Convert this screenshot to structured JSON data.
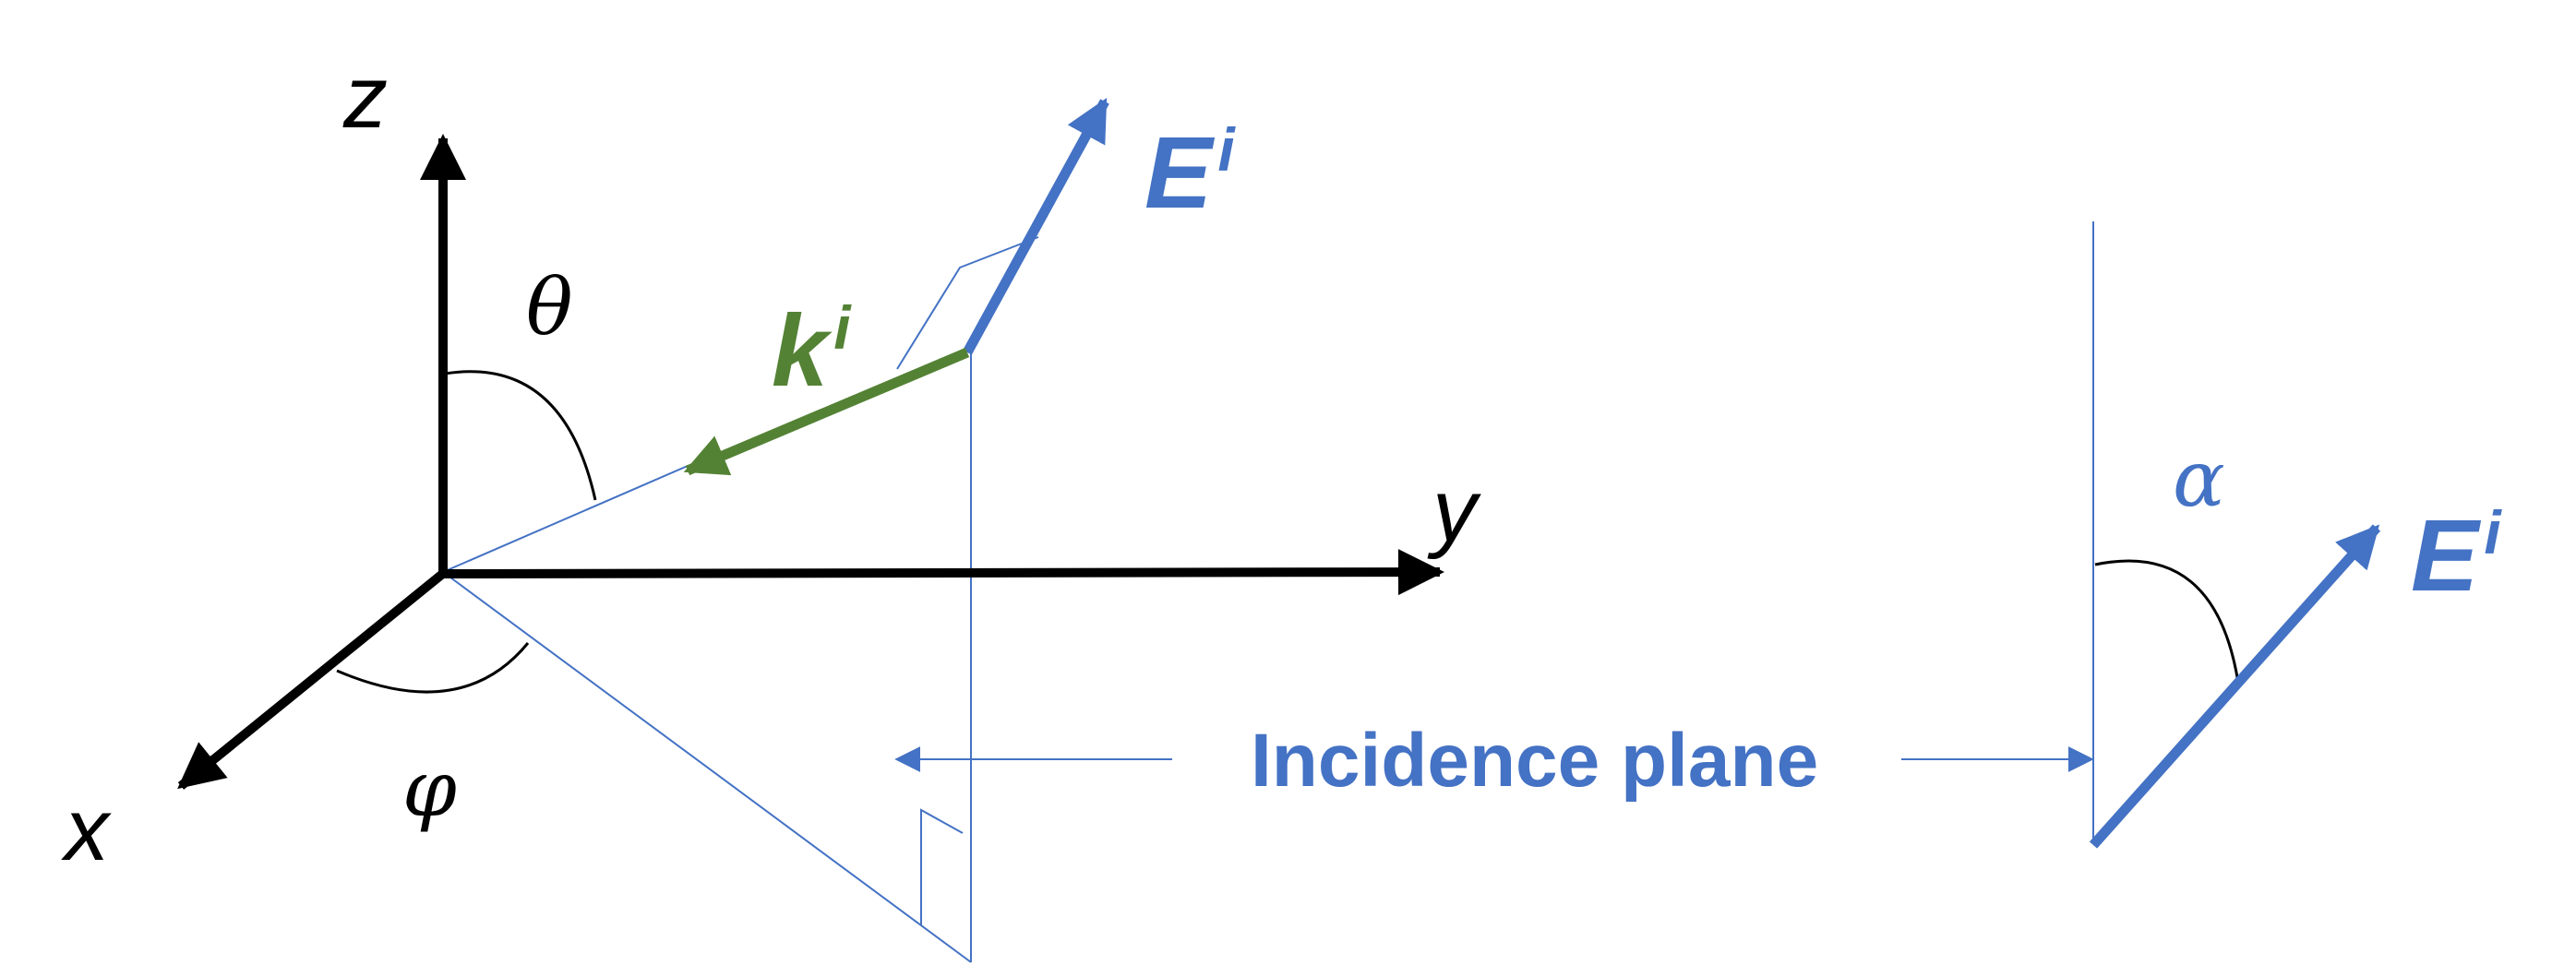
{
  "labels": {
    "axis_z": "z",
    "axis_y": "y",
    "axis_x": "x",
    "theta": "θ",
    "phi": "φ",
    "alpha": "α",
    "k_vector": "k",
    "k_superscript": "i",
    "e_vector": "E",
    "e_superscript": "i",
    "e_vector_right": "E",
    "e_superscript_right": "i",
    "incidence_plane": "Incidence plane"
  },
  "colors": {
    "axis": "#000000",
    "blue": "#4472c4",
    "green": "#548235",
    "arc": "#000000"
  }
}
